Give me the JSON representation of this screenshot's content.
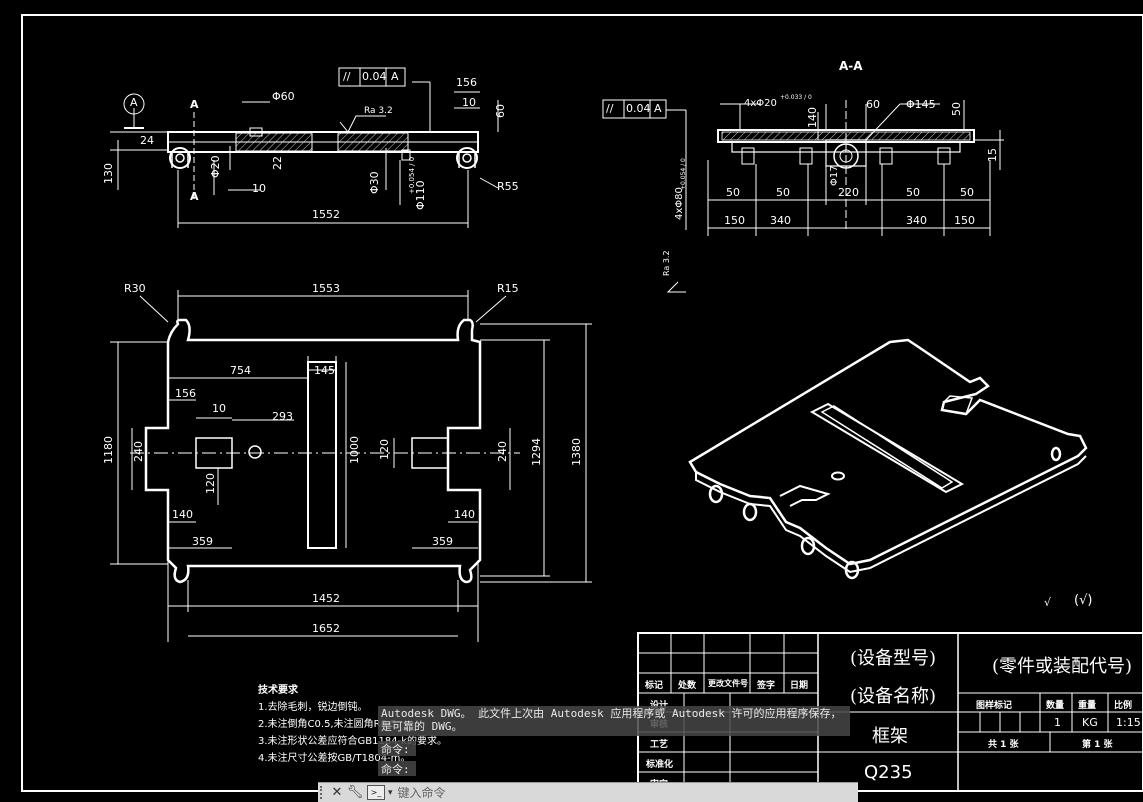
{
  "drawing": {
    "section_title": "A-A",
    "view_marks": {
      "a_circle": "A",
      "a_top": "A",
      "a_bottom": "A"
    },
    "front_view": {
      "flatness_symbol": "//",
      "flatness_value": "0.04",
      "flatness_datum": "A",
      "roughness": "Ra 3.2",
      "dims": {
        "d156": "156",
        "d10": "10",
        "d60": "60",
        "phi60": "Φ60",
        "d24": "24",
        "d22": "22",
        "phi20": "Φ20",
        "d10b": "10",
        "phi30": "Φ30",
        "phi110": "Φ110",
        "tol_phi110": "+0.054 / 0",
        "d130": "130",
        "r55": "R55",
        "d1552": "1552"
      }
    },
    "section_view": {
      "flatness_symbol": "//",
      "flatness_value": "0.04",
      "flatness_datum": "A",
      "roughness": "Ra 3.2",
      "dims": {
        "holes": "4xΦ20",
        "holes_tol": "+0.033 / 0",
        "d140": "140",
        "d60": "60",
        "phi145": "Φ145",
        "d50r": "50",
        "d15": "15",
        "phi17": "Φ17",
        "holes80": "4xΦ80",
        "holes80_tol": "+0.054 / 0",
        "d50a": "50",
        "d50b": "50",
        "d220": "220",
        "d50c": "50",
        "d50d": "50",
        "d150a": "150",
        "d340a": "340",
        "d340b": "340",
        "d150b": "150"
      }
    },
    "plan_view": {
      "dims": {
        "r30": "R30",
        "d1553": "1553",
        "r15": "R15",
        "d754": "754",
        "d145": "145",
        "d156": "156",
        "d10": "10",
        "d293": "293",
        "d1180": "1180",
        "d240": "240",
        "d120a": "120",
        "d1000": "1000",
        "d120b": "120",
        "d240b": "240",
        "d1294": "1294",
        "d1380": "1380",
        "d140a": "140",
        "d140b": "140",
        "d359a": "359",
        "d359b": "359",
        "d1452": "1452",
        "d1652": "1652"
      }
    },
    "surface_finish_note": "(√)",
    "tech_notes": {
      "title": "技术要求",
      "line1": "1.去除毛刺，锐边倒钝。",
      "line2": "2.未注倒角C0.5,未注圆角R0.5。",
      "line3": "3.未注形状公差应符合GB1184-k的要求。",
      "line4": "4.未注尺寸公差按GB/T1804-m。"
    }
  },
  "title_block": {
    "equipment_model": "(设备型号)",
    "equipment_name": "(设备名称)",
    "part_code": "(零件或装配代号)",
    "part_name": "框架",
    "material": "Q235",
    "headers": {
      "mark": "标记",
      "count": "处数",
      "change_doc": "更改文件号",
      "sign": "签字",
      "date": "日期",
      "design": "设计",
      "review": "审核",
      "process": "工艺",
      "standard": "标准化",
      "approve": "审定",
      "stage_mark": "图样标记",
      "qty": "数量",
      "weight": "重量",
      "scale": "比例"
    },
    "qty_value": "1",
    "weight_unit": "KG",
    "scale_value": "1:15",
    "sheets_total": "共 1 张",
    "sheet_no": "第 1 张"
  },
  "command": {
    "message": "Autodesk DWG。 此文件上次由 Autodesk 应用程序或 Autodesk 许可的应用程序保存，是可靠的 DWG。",
    "prompt1": "命令:",
    "prompt2": "命令:",
    "placeholder": "键入命令",
    "close_icon": "close-icon",
    "wrench_icon": "wrench-icon",
    "prompt_icon": "command-prompt-icon"
  },
  "colors": {
    "background": "#000000",
    "lines": "#ffffff",
    "cmdbar": "#d9d9d9"
  }
}
